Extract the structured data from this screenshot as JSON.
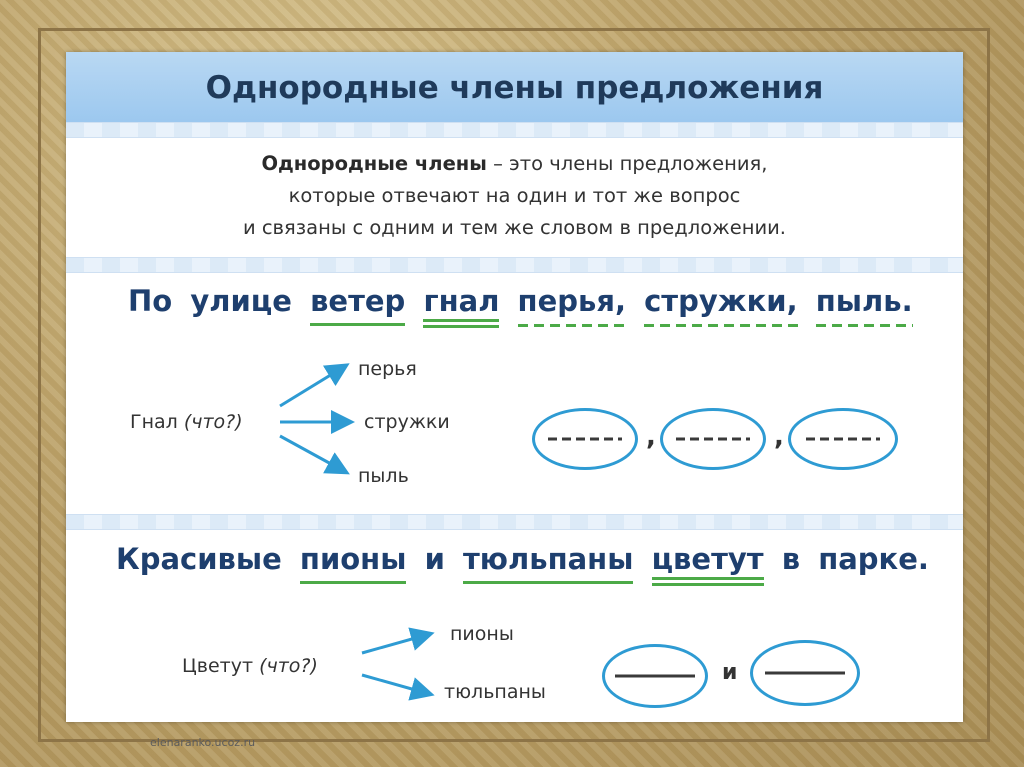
{
  "title": "Однородные члены предложения",
  "definition": {
    "term": "Однородные члены",
    "line1_rest": " – это члены предложения,",
    "line2": "которые отвечают на один и тот же вопрос",
    "line3": "и связаны с одним и тем же словом в предложении."
  },
  "example1": {
    "words": [
      "По",
      "улице",
      "ветер",
      "гнал",
      "перья,",
      "стружки,",
      "пыль."
    ],
    "head": "Гнал",
    "question": "(что?)",
    "branches": [
      "перья",
      "стружки",
      "пыль"
    ],
    "separator": ","
  },
  "example2": {
    "words": [
      "Красивые",
      "пионы",
      "и",
      "тюльпаны",
      "цветут",
      "в",
      "парке."
    ],
    "head": "Цветут",
    "question": "(что?)",
    "branches": [
      "пионы",
      "тюльпаны"
    ],
    "conjunction": "и"
  },
  "watermark": "elenaranko.ucoz.ru",
  "colors": {
    "accent": "#2e9bd3",
    "underline": "#4caa47",
    "title": "#1f3a5a"
  }
}
